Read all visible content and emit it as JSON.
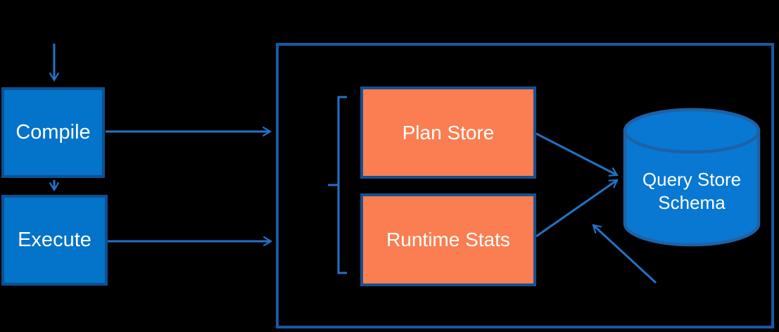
{
  "nodes": {
    "compile": {
      "label": "Compile"
    },
    "execute": {
      "label": "Execute"
    },
    "plan_store": {
      "label": "Plan Store"
    },
    "runtime_stats": {
      "label": "Runtime Stats"
    },
    "query_store_schema": {
      "label": "Query Store Schema"
    }
  },
  "shapes": {
    "container": "query-store-container-rectangle",
    "database": "database-cylinder",
    "bracket": "grouping-bracket"
  },
  "colors": {
    "background": "#000000",
    "process_box_fill": "#0473CA",
    "process_box_border": "#0C5191",
    "store_box_fill": "#FA7E51",
    "store_box_border": "#15518F",
    "container_border": "#1759A2",
    "arrow": "#2173C5",
    "cylinder_fill": "#0878D2",
    "cylinder_border": "#1E61A6",
    "label_text": "#FFFFFF"
  }
}
